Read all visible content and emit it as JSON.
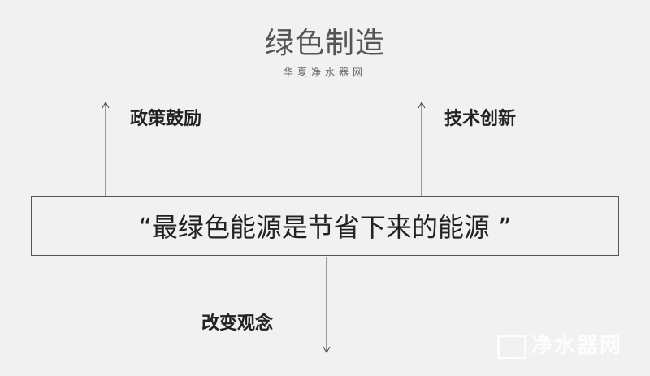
{
  "title": "绿色制造",
  "subtitle": "华夏净水器网",
  "nodes": {
    "policy": "政策鼓励",
    "tech": "技术创新",
    "center": "“最绿色能源是节省下来的能源 ”",
    "mindset": "改变观念"
  },
  "watermark": "净水器网"
}
